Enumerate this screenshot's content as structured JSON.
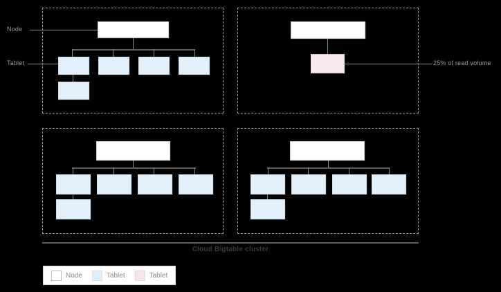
{
  "diagram": {
    "title": "Cloud Bigtable cluster",
    "caption": "Cloud Bigtable cluster",
    "side_labels": {
      "node": "Node",
      "tablet": "Tablet",
      "read_volume": "25% of read volume"
    },
    "colors": {
      "node_fill": "#ffffff",
      "node_border": "#d2d2d2",
      "tablet_fill": "#e1f0fa",
      "tablet_border": "#cfdde6",
      "hot_tablet_fill": "#fae8ef",
      "hot_tablet_border": "#dfc9d3",
      "connector": "#5f5f5f",
      "frame_dashed": "#9e9e9e",
      "background": "#000000",
      "label_text": "#9a9a9a",
      "caption_text": "#3a3a3a"
    },
    "quadrants": [
      {
        "id": "top-left",
        "node_count": 1,
        "tablet_count": 5,
        "hot_tablet_count": 0
      },
      {
        "id": "top-right",
        "node_count": 1,
        "tablet_count": 0,
        "hot_tablet_count": 1
      },
      {
        "id": "bottom-left",
        "node_count": 1,
        "tablet_count": 5,
        "hot_tablet_count": 0
      },
      {
        "id": "bottom-right",
        "node_count": 1,
        "tablet_count": 5,
        "hot_tablet_count": 0
      }
    ]
  },
  "legend": {
    "items": [
      {
        "label": "Node",
        "swatch": "node-swatch"
      },
      {
        "label": "Tablet",
        "swatch": "tablet-swatch"
      },
      {
        "label": "Tablet",
        "swatch": "hot-tablet-swatch"
      }
    ]
  }
}
